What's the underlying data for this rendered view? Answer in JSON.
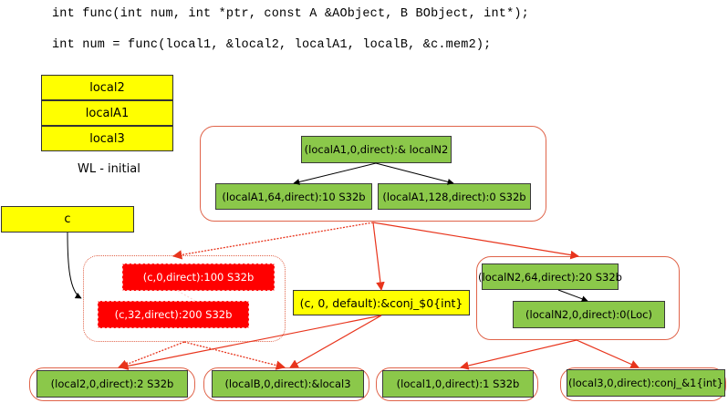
{
  "code": {
    "declaration": "int func(int num, int *ptr, const A &AObject, B BObject, int*);",
    "call": "int num = func(local1, &local2, localA1, localB, &c.mem2);"
  },
  "worklist": {
    "items": [
      "local2",
      "localA1",
      "local3"
    ],
    "caption": "WL - initial"
  },
  "variable_c": {
    "label": "c"
  },
  "top_group": {
    "root": "(localA1,0,direct):& localN2",
    "left_child": "(localA1,64,direct):10 S32b",
    "right_child": "(localA1,128,direct):0 S32b"
  },
  "c_group": {
    "upper": "(c,0,direct):100 S32b",
    "lower": "(c,32,direct):200 S32b"
  },
  "conj_node": {
    "label": "(c, 0, default):&conj_$0{int}"
  },
  "localN2_group": {
    "upper": "(localN2,64,direct):20 S32b",
    "lower": "(localN2,0,direct):0(Loc)"
  },
  "bottom_nodes": [
    "(local2,0,direct):2 S32b",
    "(localB,0,direct):&local3",
    "(local1,0,direct):1 S32b",
    "(local3,0,direct):conj_&1{int}"
  ],
  "colors": {
    "green_node": "#8bc84a",
    "red_node": "#ff0000",
    "yellow_node": "#ffff00",
    "container_border": "#e0644a",
    "arrow_red": "#e8341c"
  }
}
